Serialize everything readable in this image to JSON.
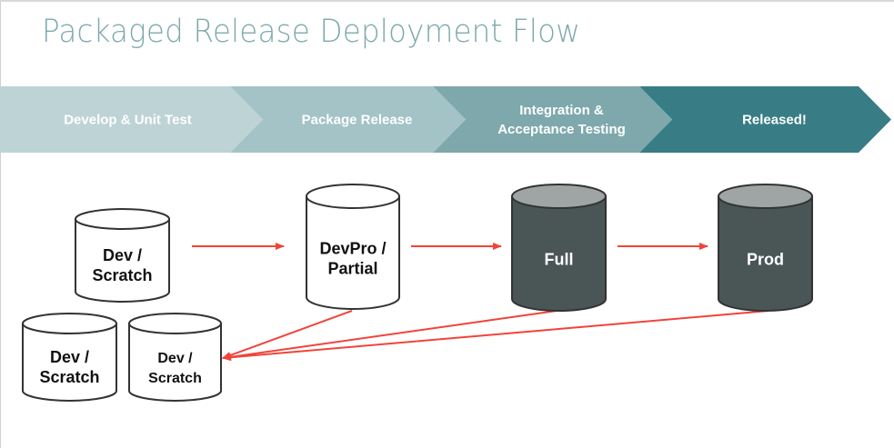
{
  "title": "Packaged Release Deployment Flow",
  "stages": [
    {
      "lines": [
        "Develop & Unit Test"
      ],
      "color": "#bed3d6"
    },
    {
      "lines": [
        "Package Release"
      ],
      "color": "#a3c3c6"
    },
    {
      "lines": [
        "Integration &",
        "Acceptance Testing"
      ],
      "color": "#7ea8ac"
    },
    {
      "lines": [
        "Released!"
      ],
      "color": "#387d86"
    }
  ],
  "databases": [
    {
      "id": "dev1",
      "lines": [
        "Dev /",
        "Scratch"
      ],
      "style": "light"
    },
    {
      "id": "devpro",
      "lines": [
        "DevPro /",
        "Partial"
      ],
      "style": "light"
    },
    {
      "id": "full",
      "lines": [
        "Full"
      ],
      "style": "dark"
    },
    {
      "id": "prod",
      "lines": [
        "Prod"
      ],
      "style": "dark"
    },
    {
      "id": "dev2",
      "lines": [
        "Dev /",
        "Scratch"
      ],
      "style": "light"
    },
    {
      "id": "dev3",
      "lines": [
        "Dev /",
        "Scratch"
      ],
      "style": "light"
    }
  ],
  "arrows": [
    {
      "from": "dev1",
      "to": "devpro"
    },
    {
      "from": "devpro",
      "to": "full"
    },
    {
      "from": "full",
      "to": "prod"
    },
    {
      "from": "devpro",
      "to": "dev3"
    },
    {
      "from": "full",
      "to": "dev3"
    },
    {
      "from": "prod",
      "to": "dev3"
    }
  ],
  "colors": {
    "title": "#7ea9af",
    "arrow": "#f0443a",
    "db_light_fill": "#ffffff",
    "db_dark_body": "#4a5556",
    "db_dark_top": "#9fa4a4",
    "db_stroke": "#333333"
  }
}
